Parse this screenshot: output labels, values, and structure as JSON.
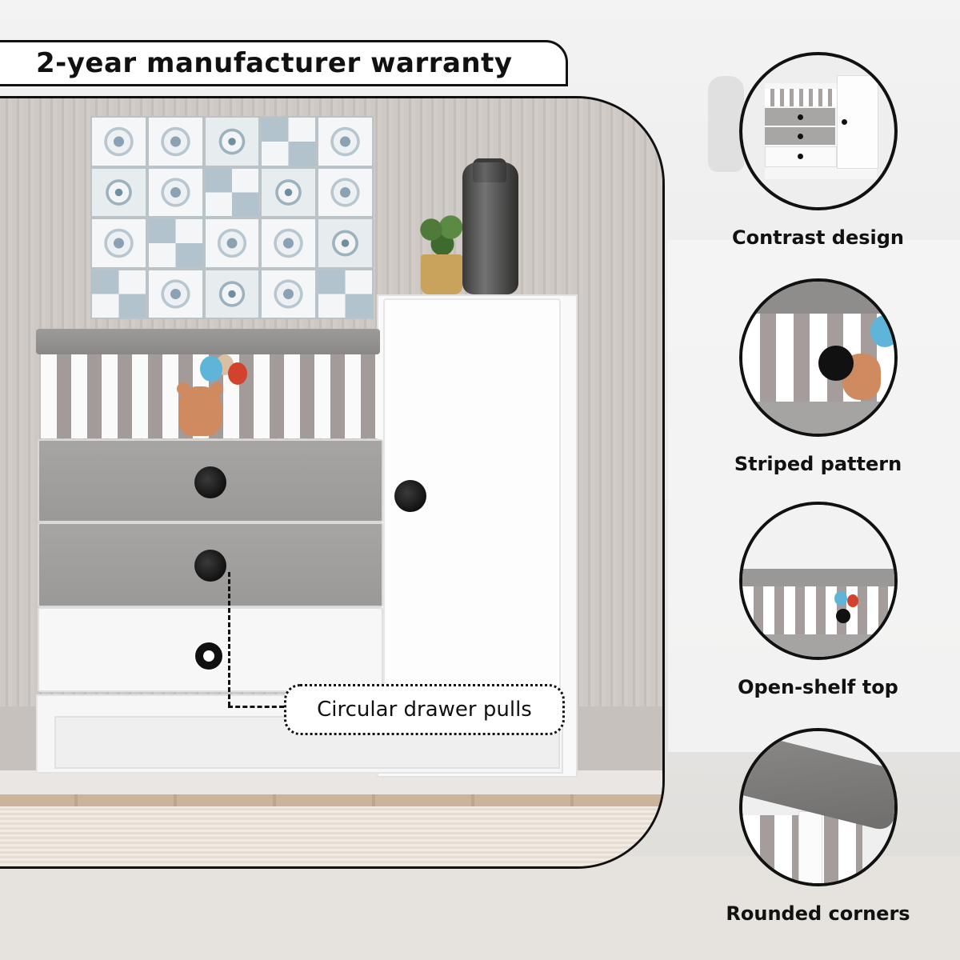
{
  "banner": {
    "text": "2-year manufacturer warranty"
  },
  "callout": {
    "text": "Circular drawer pulls"
  },
  "features": [
    {
      "label": "Contrast design",
      "icon": "contrast-design-thumbnail"
    },
    {
      "label": "Striped pattern",
      "icon": "striped-pattern-thumbnail"
    },
    {
      "label": "Open-shelf top",
      "icon": "open-shelf-top-thumbnail"
    },
    {
      "label": "Rounded corners",
      "icon": "rounded-corners-thumbnail"
    }
  ],
  "colors": {
    "outline": "#111111",
    "stripe_gray": "#a39b9a",
    "drawer_gray": "#a7a5a3",
    "white": "#fafafa",
    "knob": "#111111",
    "bear": "#cf8a60",
    "balloon_blue": "#5fb5d9",
    "balloon_red": "#d2422d"
  }
}
